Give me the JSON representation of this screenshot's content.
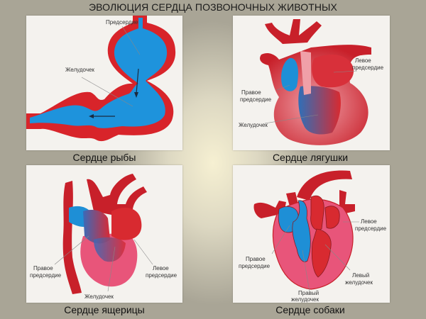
{
  "title": "ЭВОЛЮЦИЯ СЕРДЦА  ПОЗВОНОЧНЫХ ЖИВОТНЫХ",
  "panels": {
    "fish": {
      "caption": "Сердце рыбы",
      "labels": {
        "atrium": "Предсердие",
        "ventricle": "Желудочек"
      }
    },
    "frog": {
      "caption": "Сердце лягушки",
      "labels": {
        "left_atrium_1": "Левое",
        "left_atrium_2": "предсердие",
        "right_atrium_1": "Правое",
        "right_atrium_2": "предсердие",
        "ventricle": "Желудочек"
      }
    },
    "lizard": {
      "caption": "Сердце ящерицы",
      "labels": {
        "right_atrium_1": "Правое",
        "right_atrium_2": "предсердие",
        "left_atrium_1": "Левое",
        "left_atrium_2": "предсердие",
        "ventricle": "Желудочек"
      }
    },
    "dog": {
      "caption": "Сердце собаки",
      "labels": {
        "left_atrium_1": "Левое",
        "left_atrium_2": "предсердие",
        "right_atrium_1": "Правое",
        "right_atrium_2": "предсердие",
        "left_ventricle_1": "Левый",
        "left_ventricle_2": "желудочек",
        "right_ventricle_1": "Правый",
        "right_ventricle_2": "желудочек"
      }
    }
  },
  "colors": {
    "arterial": "#e02424",
    "venous": "#1e8fd6",
    "wall": "#c8202a",
    "myocardium": "#e8557a",
    "panel_bg": "#f4f2ee"
  }
}
